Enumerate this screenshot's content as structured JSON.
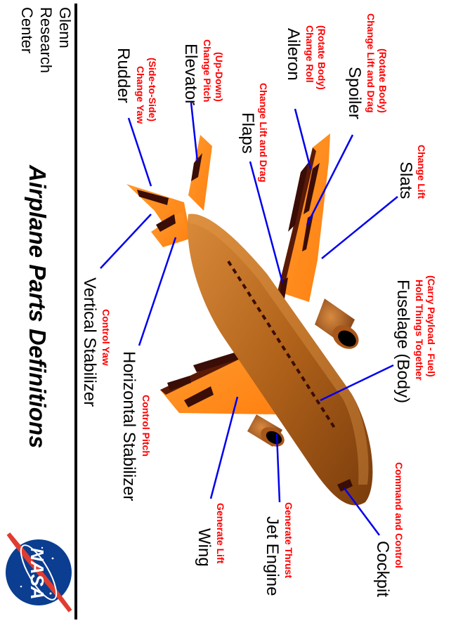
{
  "header": {
    "center_lines": [
      "Glenn",
      "Research",
      "Center"
    ],
    "title": "Airplane  Parts  Definitions"
  },
  "logo": {
    "text": "NASA",
    "icon": "nasa-meatball-icon"
  },
  "colors": {
    "label": "#000000",
    "sublabel": "#ff0000",
    "leader": "#0000ee",
    "wing": "#ff8c1a",
    "fuselage": "#b0621a",
    "dark": "#3a0d06"
  },
  "parts": {
    "rudder": {
      "label": "Rudder",
      "desc": [
        "Change Yaw",
        "(Side-to-Side)"
      ]
    },
    "elevator": {
      "label": "Elevator",
      "desc": [
        "Change Pitch",
        "(Up-Down)"
      ]
    },
    "aileron": {
      "label": "Aileron",
      "desc": [
        "Change Roll",
        "(Rotate Body)"
      ]
    },
    "spoiler": {
      "label": "Spoiler",
      "desc": [
        "Change Lift and Drag",
        "(Rotate Body)"
      ]
    },
    "flaps": {
      "label": "Flaps",
      "desc": [
        "Change Lift and Drag"
      ]
    },
    "slats": {
      "label": "Slats",
      "desc": [
        "Change Lift"
      ]
    },
    "vertical": {
      "label": "Vertical Stabilizer",
      "desc": [
        "Control Yaw"
      ]
    },
    "horizontal": {
      "label": "Horizontal Stabilizer",
      "desc": [
        "Control Pitch"
      ]
    },
    "fuselage": {
      "label": "Fuselage (Body)",
      "desc": [
        "Hold Things Together",
        "(Carry Payload - Fuel)"
      ]
    },
    "wing": {
      "label": "Wing",
      "desc": [
        "Generate Lift"
      ]
    },
    "engine": {
      "label": "Jet Engine",
      "desc": [
        "Generate Thrust"
      ]
    },
    "cockpit": {
      "label": "Cockpit",
      "desc": [
        "Command and Control"
      ]
    }
  }
}
